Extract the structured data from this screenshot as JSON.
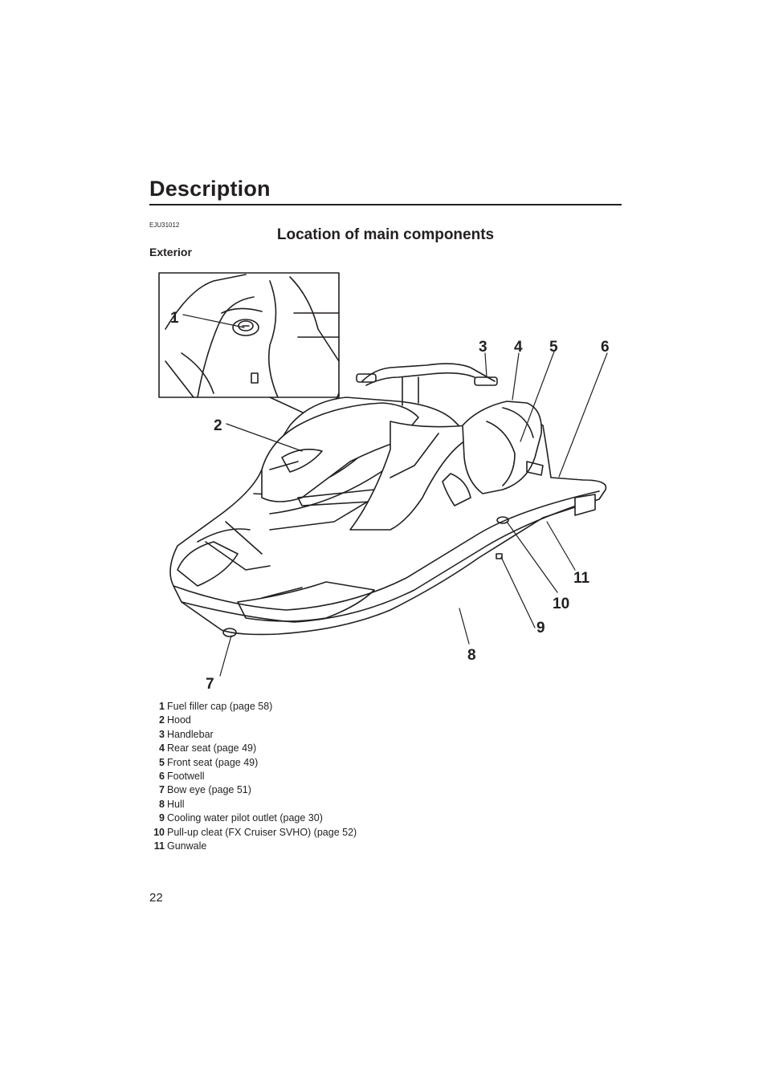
{
  "header": {
    "title": "Description"
  },
  "section": {
    "code": "EJU31012",
    "title": "Location of main components",
    "subtitle": "Exterior"
  },
  "callouts": [
    "1",
    "2",
    "3",
    "4",
    "5",
    "6",
    "7",
    "8",
    "9",
    "10",
    "11"
  ],
  "legend": [
    {
      "num": "1",
      "text": "Fuel filler cap (page 58)"
    },
    {
      "num": "2",
      "text": "Hood"
    },
    {
      "num": "3",
      "text": "Handlebar"
    },
    {
      "num": "4",
      "text": "Rear seat (page 49)"
    },
    {
      "num": "5",
      "text": "Front seat (page 49)"
    },
    {
      "num": "6",
      "text": "Footwell"
    },
    {
      "num": "7",
      "text": "Bow eye (page 51)"
    },
    {
      "num": "8",
      "text": "Hull"
    },
    {
      "num": "9",
      "text": "Cooling water pilot outlet (page 30)"
    },
    {
      "num": "10",
      "text": "Pull-up cleat (FX Cruiser SVHO) (page 52)"
    },
    {
      "num": "11",
      "text": "Gunwale"
    }
  ],
  "footer": {
    "page_number": "22"
  }
}
